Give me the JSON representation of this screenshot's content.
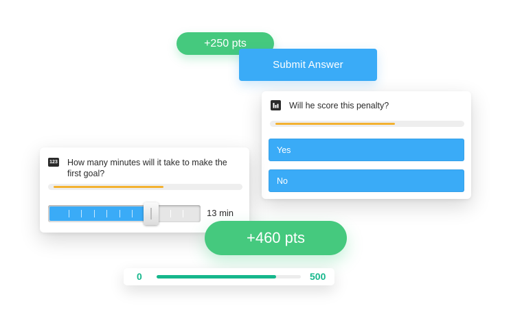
{
  "colors": {
    "green": "#45C97E",
    "blue": "#3AABF7",
    "orange": "#F3B130",
    "teal": "#16B78C"
  },
  "points": {
    "small": "+250 pts",
    "big": "+460 pts"
  },
  "submit": {
    "label": "Submit Answer"
  },
  "penalty_question": {
    "icon": "bar-chart-icon",
    "text": "Will he score this penalty?",
    "progress": 0.65,
    "options": [
      "Yes",
      "No"
    ]
  },
  "minutes_question": {
    "icon": "numbers-icon",
    "icon_text": "123",
    "text": "How many minutes will it take to make the first goal?",
    "progress": 0.6,
    "slider_value": 13,
    "slider_max": 20,
    "slider_label": "13 min"
  },
  "score_range": {
    "min": "0",
    "max": "500",
    "value": 460,
    "max_value": 500
  }
}
